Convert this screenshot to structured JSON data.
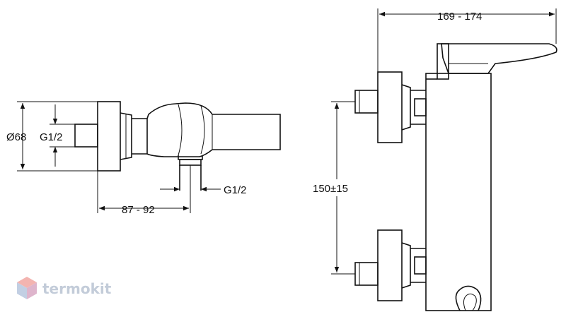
{
  "dimensions": {
    "diameter": "Ø68",
    "thread_inlet": "G1/2",
    "thread_outlet": "G1/2",
    "depth": "87 - 92",
    "length": "169 - 174",
    "centers": "150±15"
  },
  "watermark": {
    "text": "termokit",
    "colors": {
      "top": "#f2a7a3",
      "left": "#b8c7df",
      "right": "#d9a9c4"
    }
  },
  "colors": {
    "line": "#111111",
    "background": "#ffffff"
  }
}
